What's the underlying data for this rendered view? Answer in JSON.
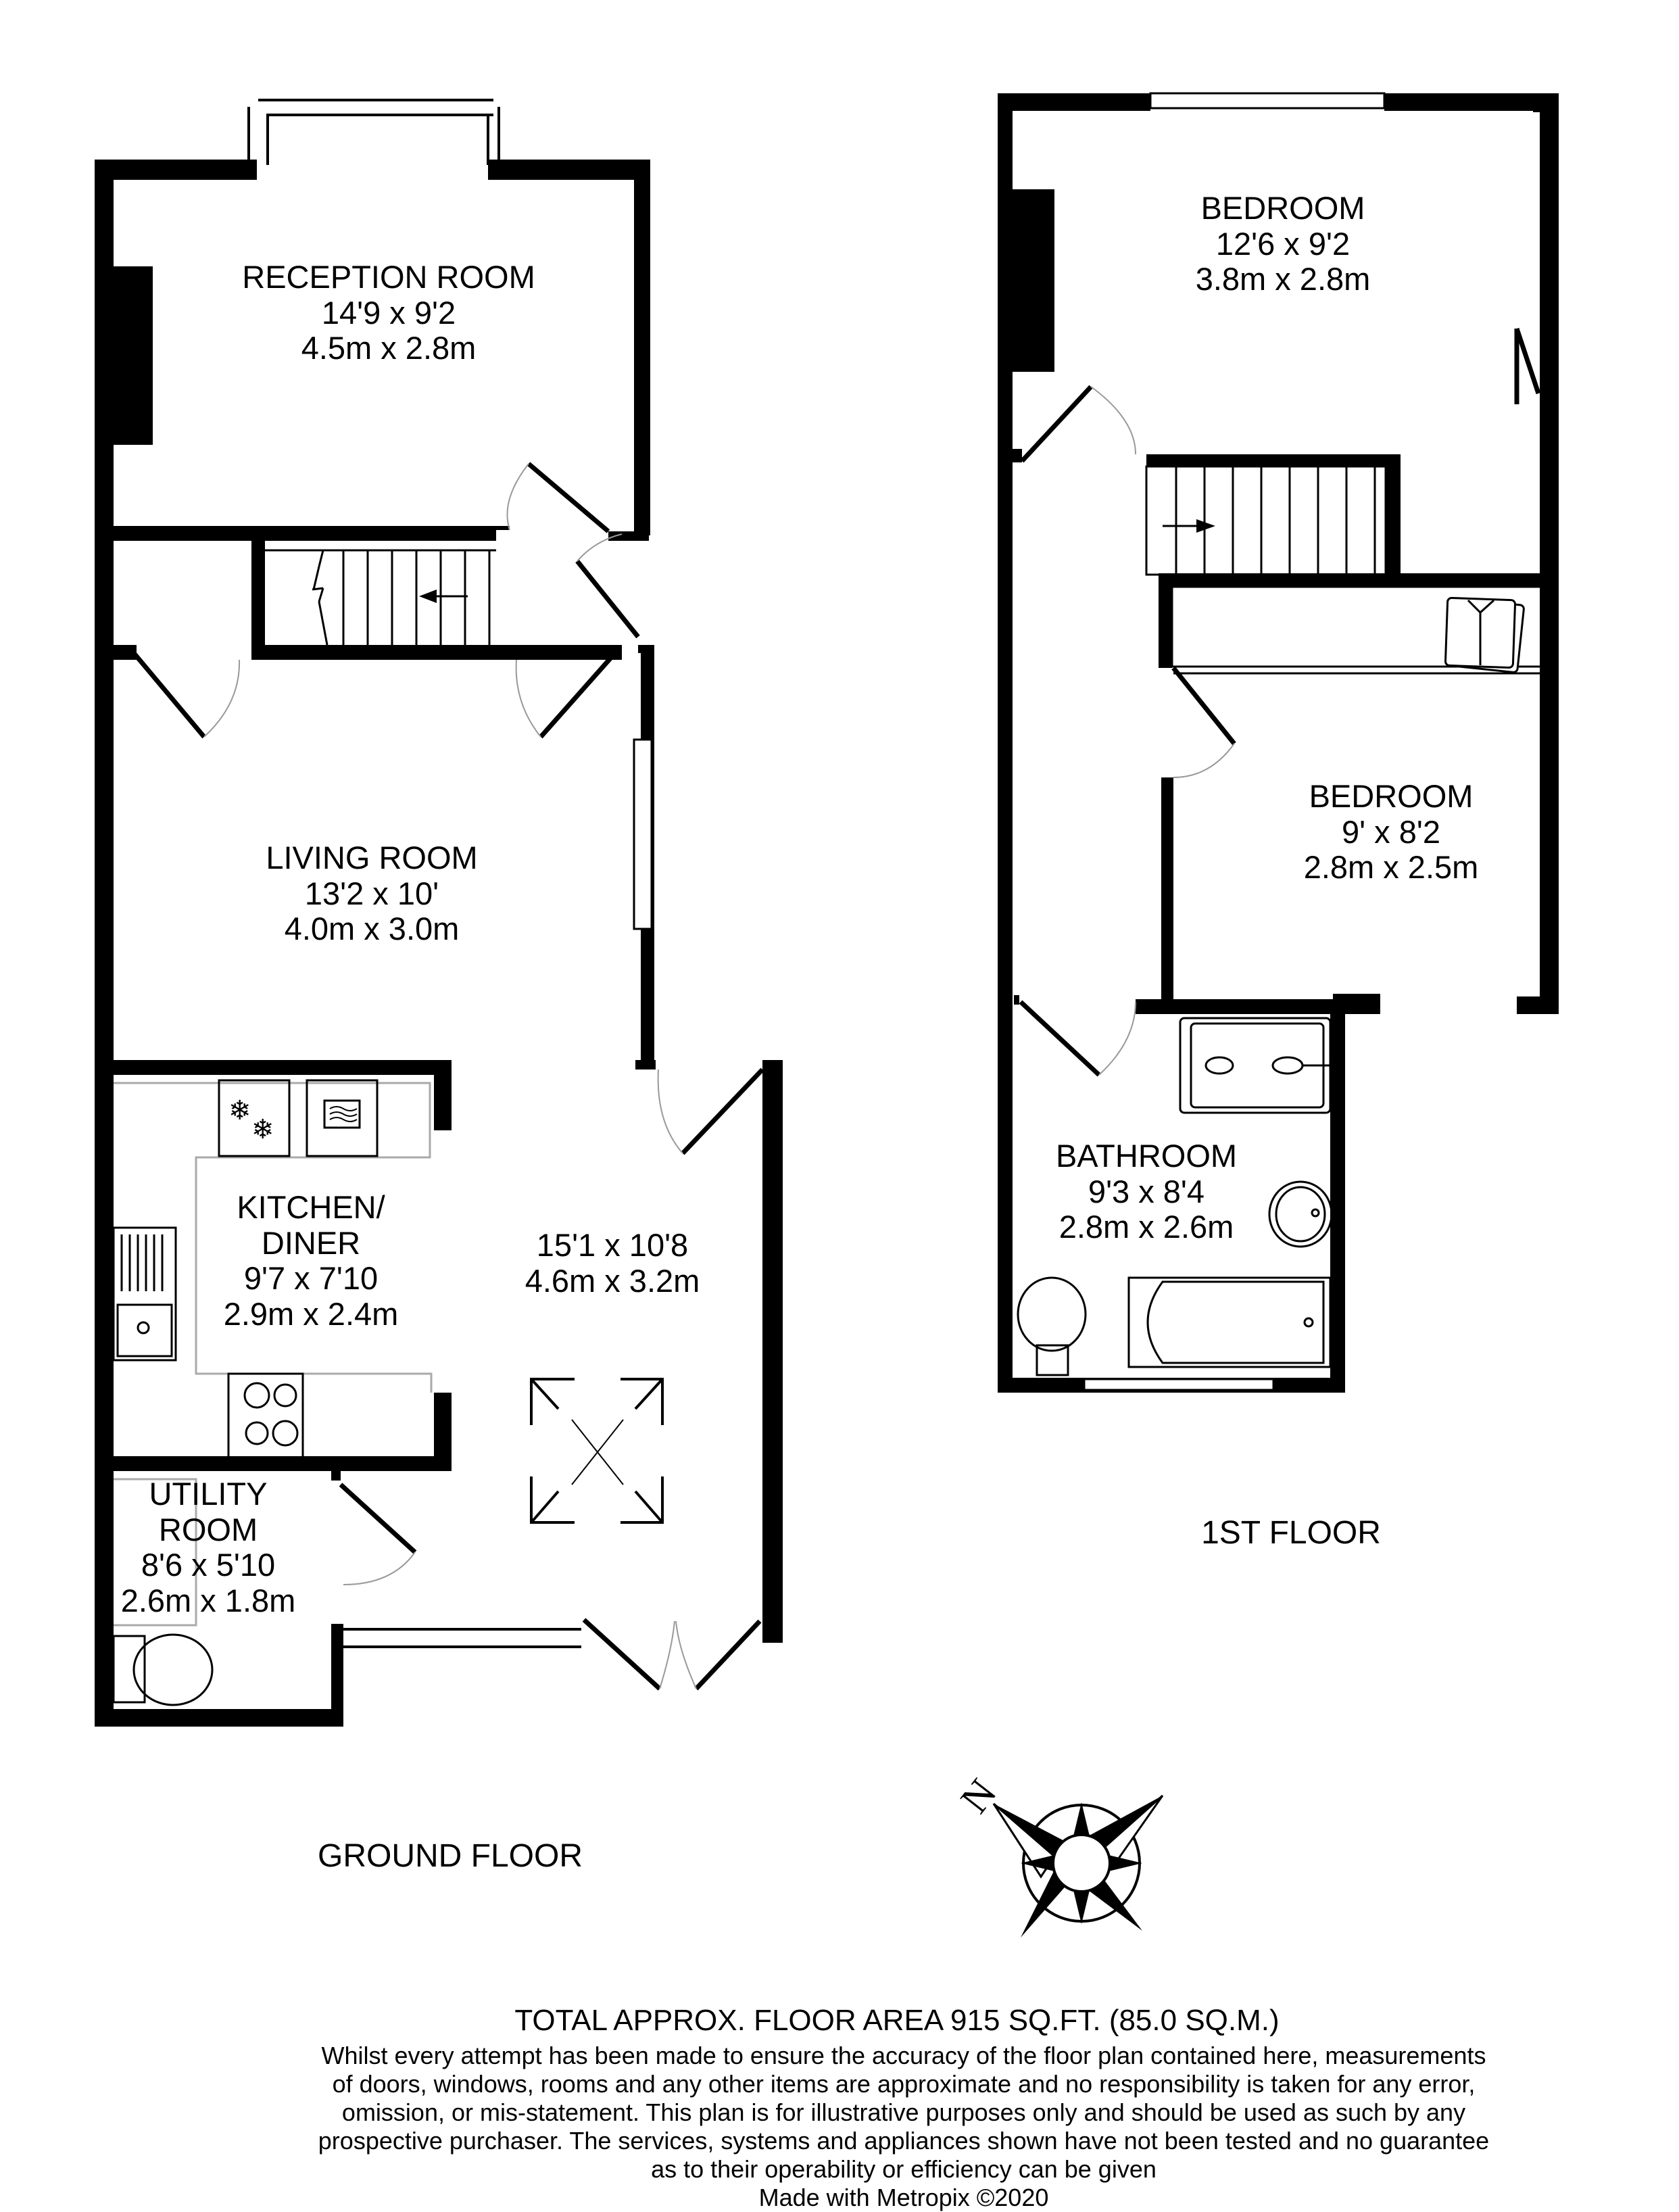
{
  "floors": [
    {
      "title": "GROUND FLOOR",
      "rooms": [
        {
          "name": "RECEPTION ROOM",
          "imperial": "14'9 x 9'2",
          "metric": "4.5m x 2.8m"
        },
        {
          "name": "LIVING ROOM",
          "imperial": "13'2 x 10'",
          "metric": "4.0m x 3.0m"
        },
        {
          "name": "KITCHEN/",
          "name2": "DINER",
          "imperial": "9'7 x 7'10",
          "metric": "2.9m x 2.4m"
        },
        {
          "name": "",
          "imperial": "15'1 x 10'8",
          "metric": "4.6m x 3.2m"
        },
        {
          "name": "UTILITY",
          "name2": "ROOM",
          "imperial": "8'6 x 5'10",
          "metric": "2.6m x 1.8m"
        }
      ]
    },
    {
      "title": "1ST FLOOR",
      "rooms": [
        {
          "name": "BEDROOM",
          "imperial": "12'6 x 9'2",
          "metric": "3.8m x 2.8m"
        },
        {
          "name": "BEDROOM",
          "imperial": "9' x 8'2",
          "metric": "2.8m x 2.5m"
        },
        {
          "name": "BATHROOM",
          "imperial": "9'3 x 8'4",
          "metric": "2.8m x 2.6m"
        }
      ]
    }
  ],
  "compass": {
    "north_label": "N",
    "icon": "compass-rose-icon"
  },
  "footer": {
    "total_area": "TOTAL APPROX. FLOOR AREA 915 SQ.FT. (85.0 SQ.M.)",
    "disclaimer_lines": [
      "Whilst every attempt has been made to ensure the accuracy of the floor plan contained here, measurements",
      "of doors, windows, rooms and any other items are approximate and no responsibility is taken for any error,",
      "omission, or mis-statement. This plan is for illustrative purposes only and should be used as such by any",
      "prospective purchaser. The services, systems and appliances shown have not been tested and no guarantee",
      "as to their operability or efficiency can be given"
    ],
    "credit": "Made with Metropix ©2020"
  },
  "colors": {
    "wall": "#000000",
    "background": "#ffffff",
    "fixture_line": "#000000",
    "swing_arc": "#999999"
  }
}
